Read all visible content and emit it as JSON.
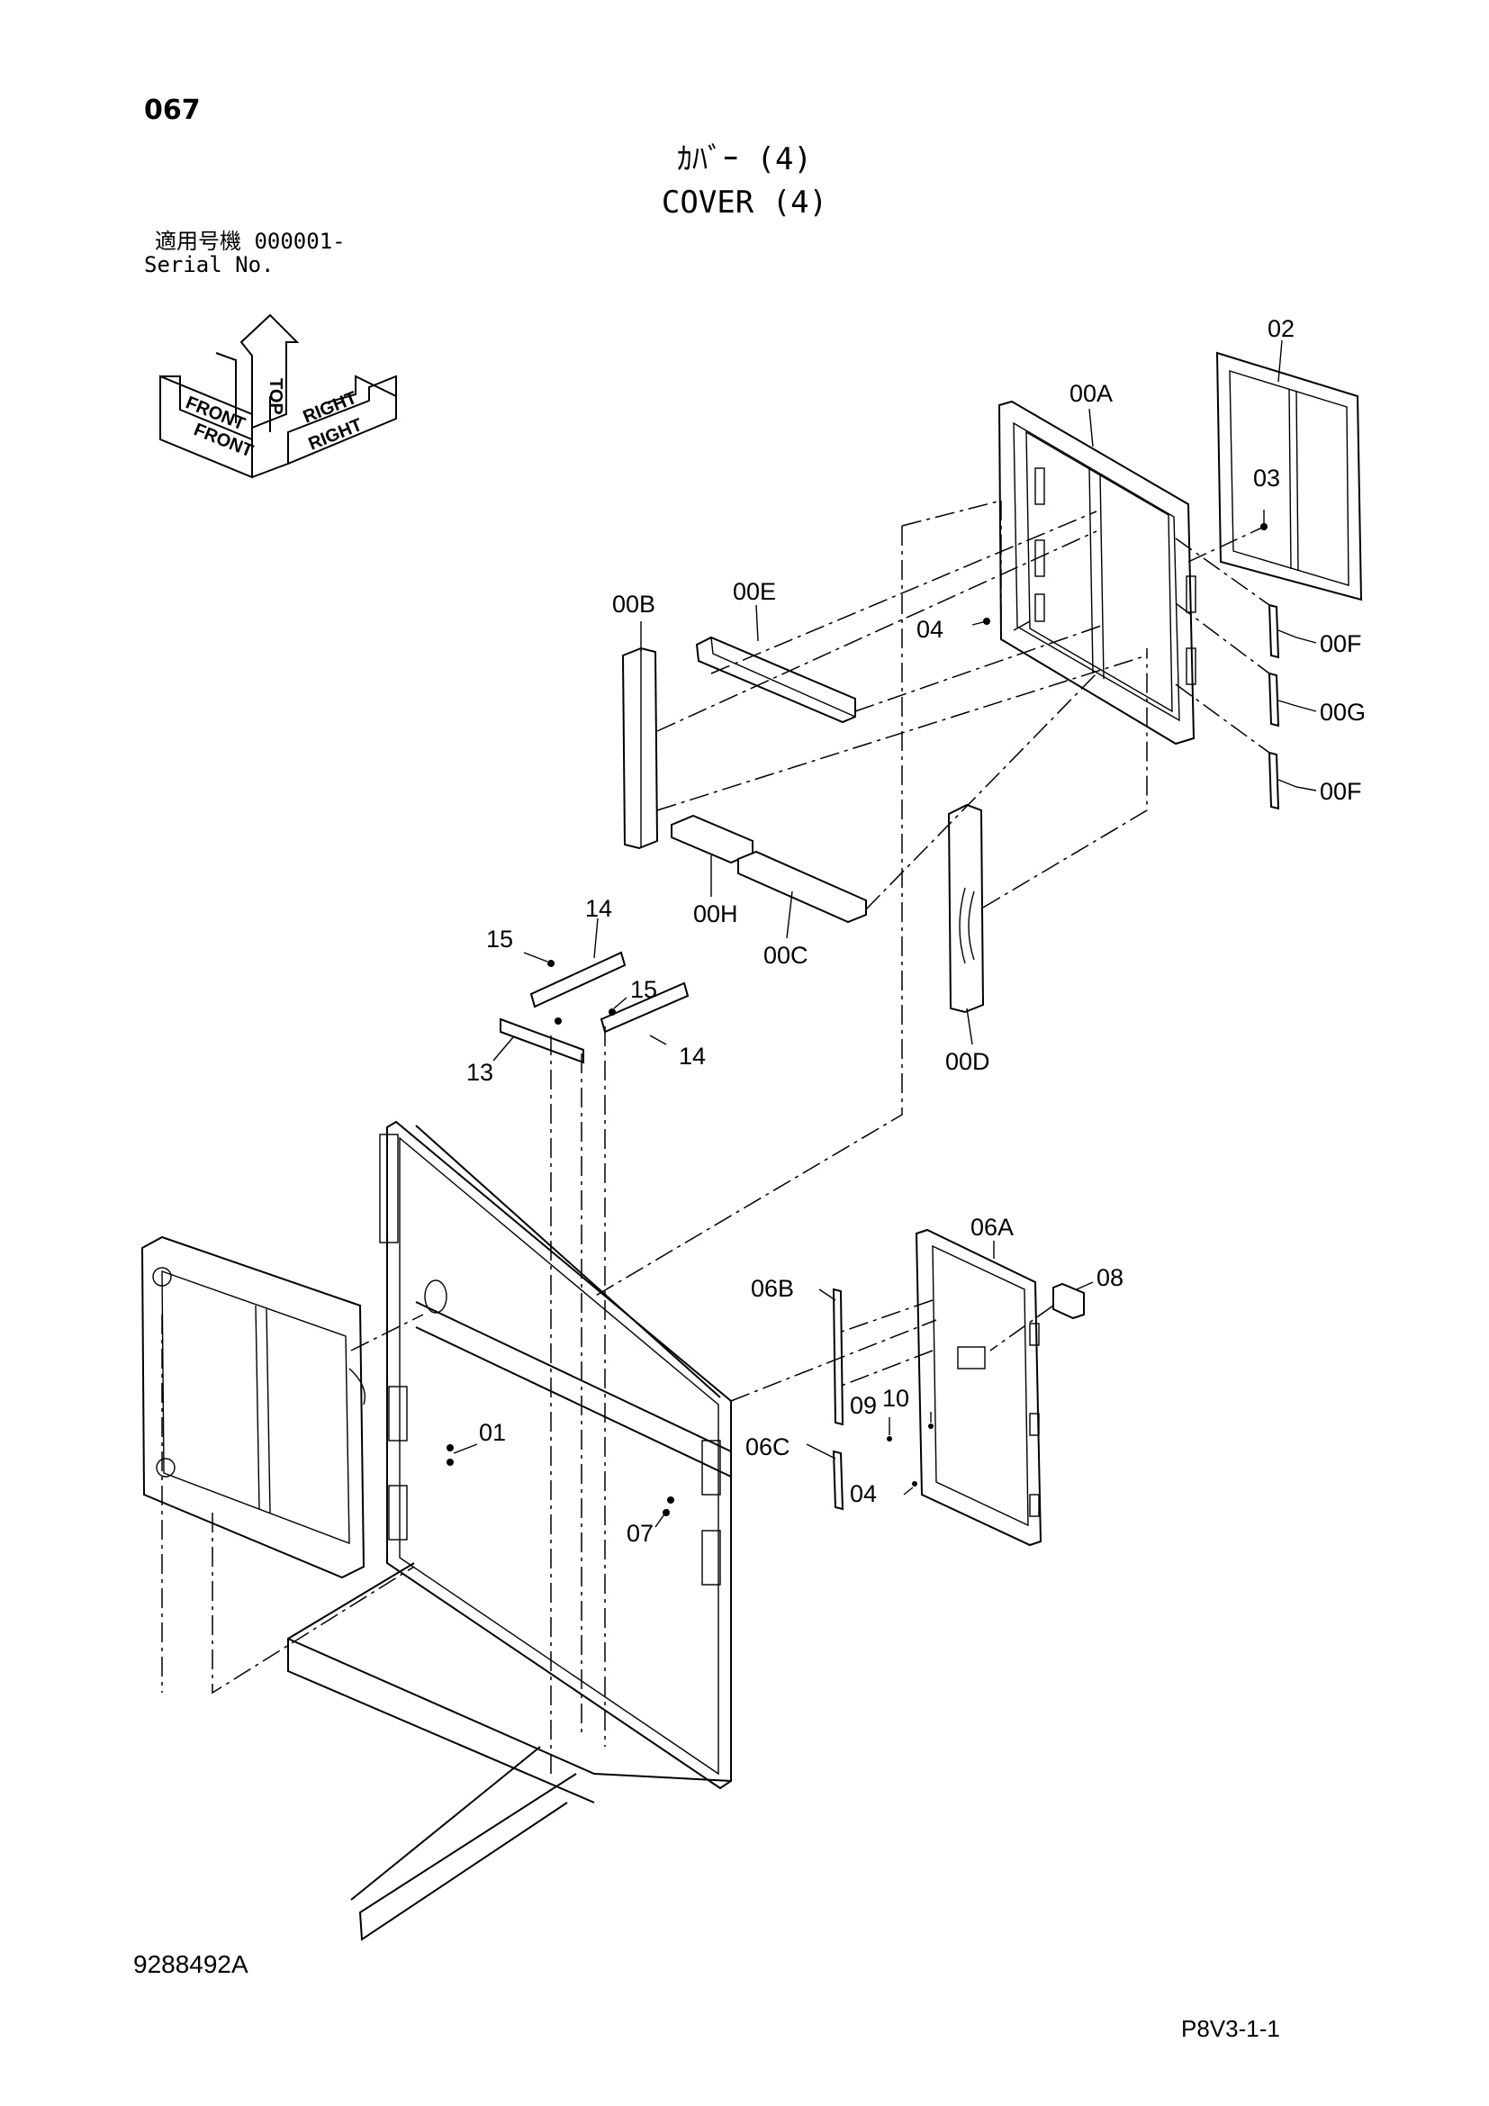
{
  "header": {
    "page_number": "067",
    "title_jp": "ｶﾊﾞｰ (4)",
    "title_en": "COVER (4)",
    "serial_label_jp": "適用号機  000001-",
    "serial_label_en": "Serial No."
  },
  "orientation_icon": {
    "labels": [
      "TOP",
      "FRONT",
      "RIGHT"
    ]
  },
  "callouts": {
    "c02": "02",
    "c00A": "00A",
    "c03": "03",
    "c00B": "00B",
    "c00E": "00E",
    "c04a": "04",
    "c00F1": "00F",
    "c00G": "00G",
    "c00F2": "00F",
    "c00H": "00H",
    "c00C": "00C",
    "c00D": "00D",
    "c14a": "14",
    "c15a": "15",
    "c15b": "15",
    "c13": "13",
    "c14b": "14",
    "c06A": "06A",
    "c06B": "06B",
    "c08": "08",
    "c09": "09",
    "c10": "10",
    "c06C": "06C",
    "c04b": "04",
    "c01": "01",
    "c07": "07"
  },
  "footer": {
    "doc_number": "9288492A",
    "page_code": "P8V3-1-1"
  }
}
